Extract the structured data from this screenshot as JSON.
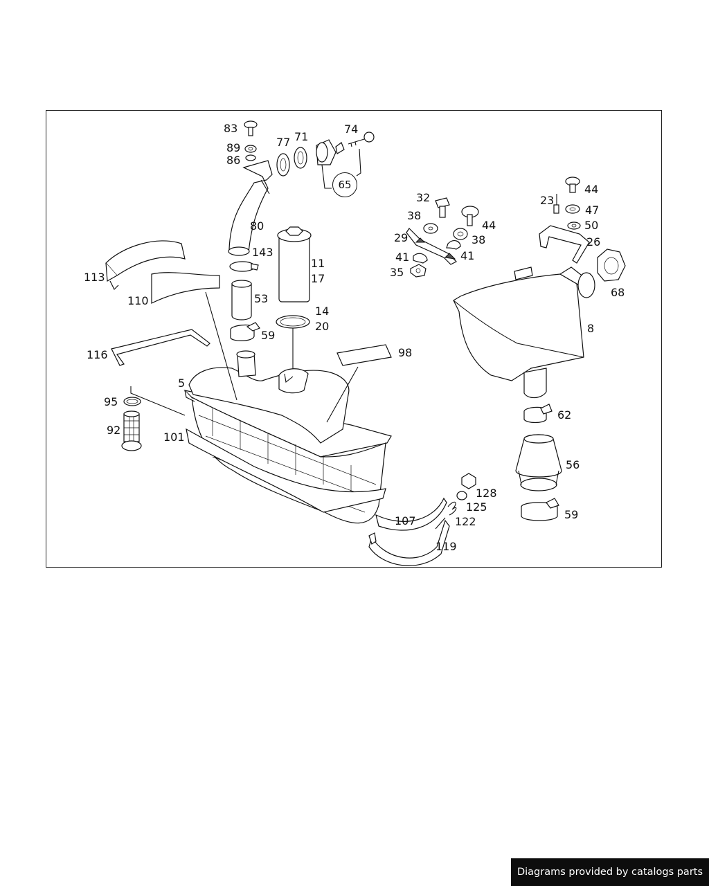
{
  "diagram": {
    "part_numbers": {
      "p83": "83",
      "p89": "89",
      "p86": "86",
      "p77": "77",
      "p71": "71",
      "p74": "74",
      "p65": "65",
      "p80": "80",
      "p143": "143",
      "p11": "11",
      "p17": "17",
      "p53": "53",
      "p14": "14",
      "p20": "20",
      "p59a": "59",
      "p113": "113",
      "p110": "110",
      "p116": "116",
      "p5": "5",
      "p95": "95",
      "p92": "92",
      "p101": "101",
      "p98": "98",
      "p32": "32",
      "p38a": "38",
      "p29": "29",
      "p44a": "44",
      "p38b": "38",
      "p41a": "41",
      "p41b": "41",
      "p35": "35",
      "p23": "23",
      "p44b": "44",
      "p47": "47",
      "p50": "50",
      "p26": "26",
      "p68": "68",
      "p8": "8",
      "p62": "62",
      "p56": "56",
      "p59b": "59",
      "p128": "128",
      "p125": "125",
      "p122": "122",
      "p107": "107",
      "p119": "119"
    }
  },
  "footer": {
    "credit": "Diagrams provided by catalogs parts",
    "background_color": "#0d0d0d",
    "text_color": "#ffffff"
  }
}
